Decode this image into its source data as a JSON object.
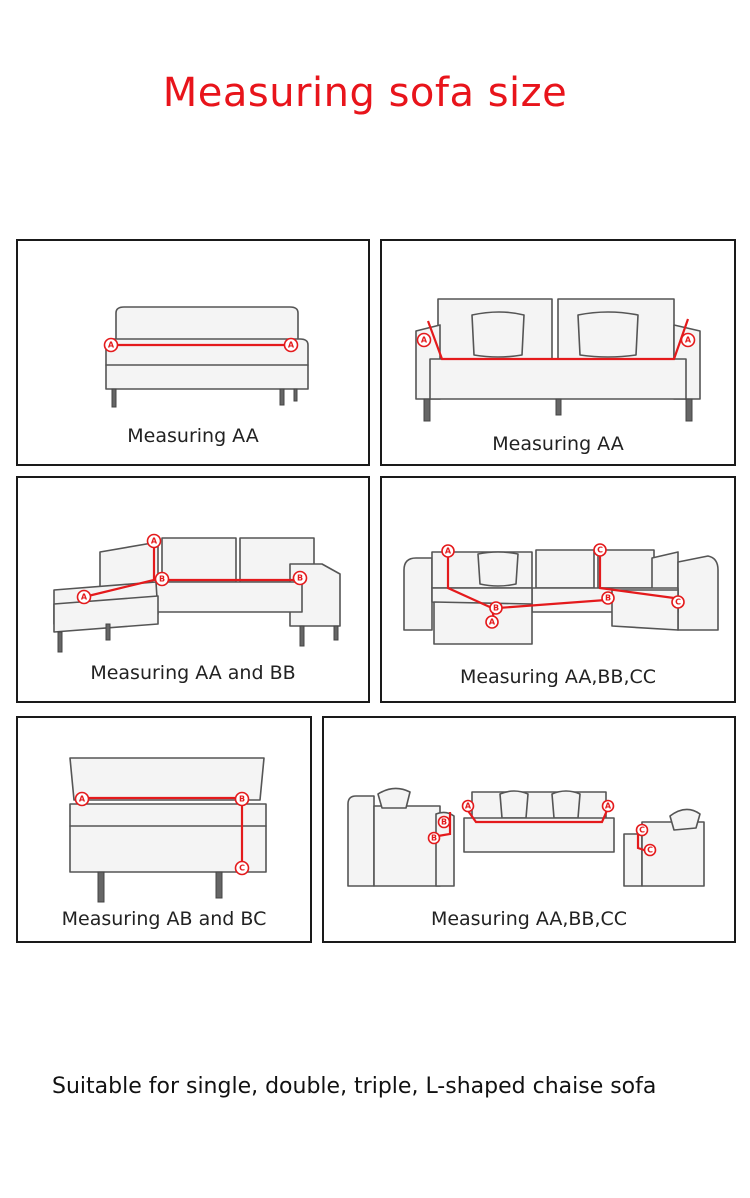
{
  "title": "Measuring sofa size",
  "accent_color": "#e41a1c",
  "panels": [
    {
      "caption": "Measuring AA",
      "markers": [
        "A",
        "A"
      ]
    },
    {
      "caption": "Measuring AA",
      "markers": [
        "A",
        "A"
      ]
    },
    {
      "caption": "Measuring AA and BB",
      "markers": [
        "A",
        "A",
        "B",
        "B"
      ]
    },
    {
      "caption": "Measuring AA,BB,CC",
      "markers": [
        "A",
        "A",
        "B",
        "B",
        "C",
        "C"
      ]
    },
    {
      "caption": "Measuring AB and BC",
      "markers": [
        "A",
        "B",
        "C"
      ]
    },
    {
      "caption": "Measuring AA,BB,CC",
      "markers": [
        "A",
        "A",
        "B",
        "B",
        "C",
        "C"
      ]
    }
  ],
  "footer": "Suitable for single, double, triple, L-shaped chaise sofa"
}
